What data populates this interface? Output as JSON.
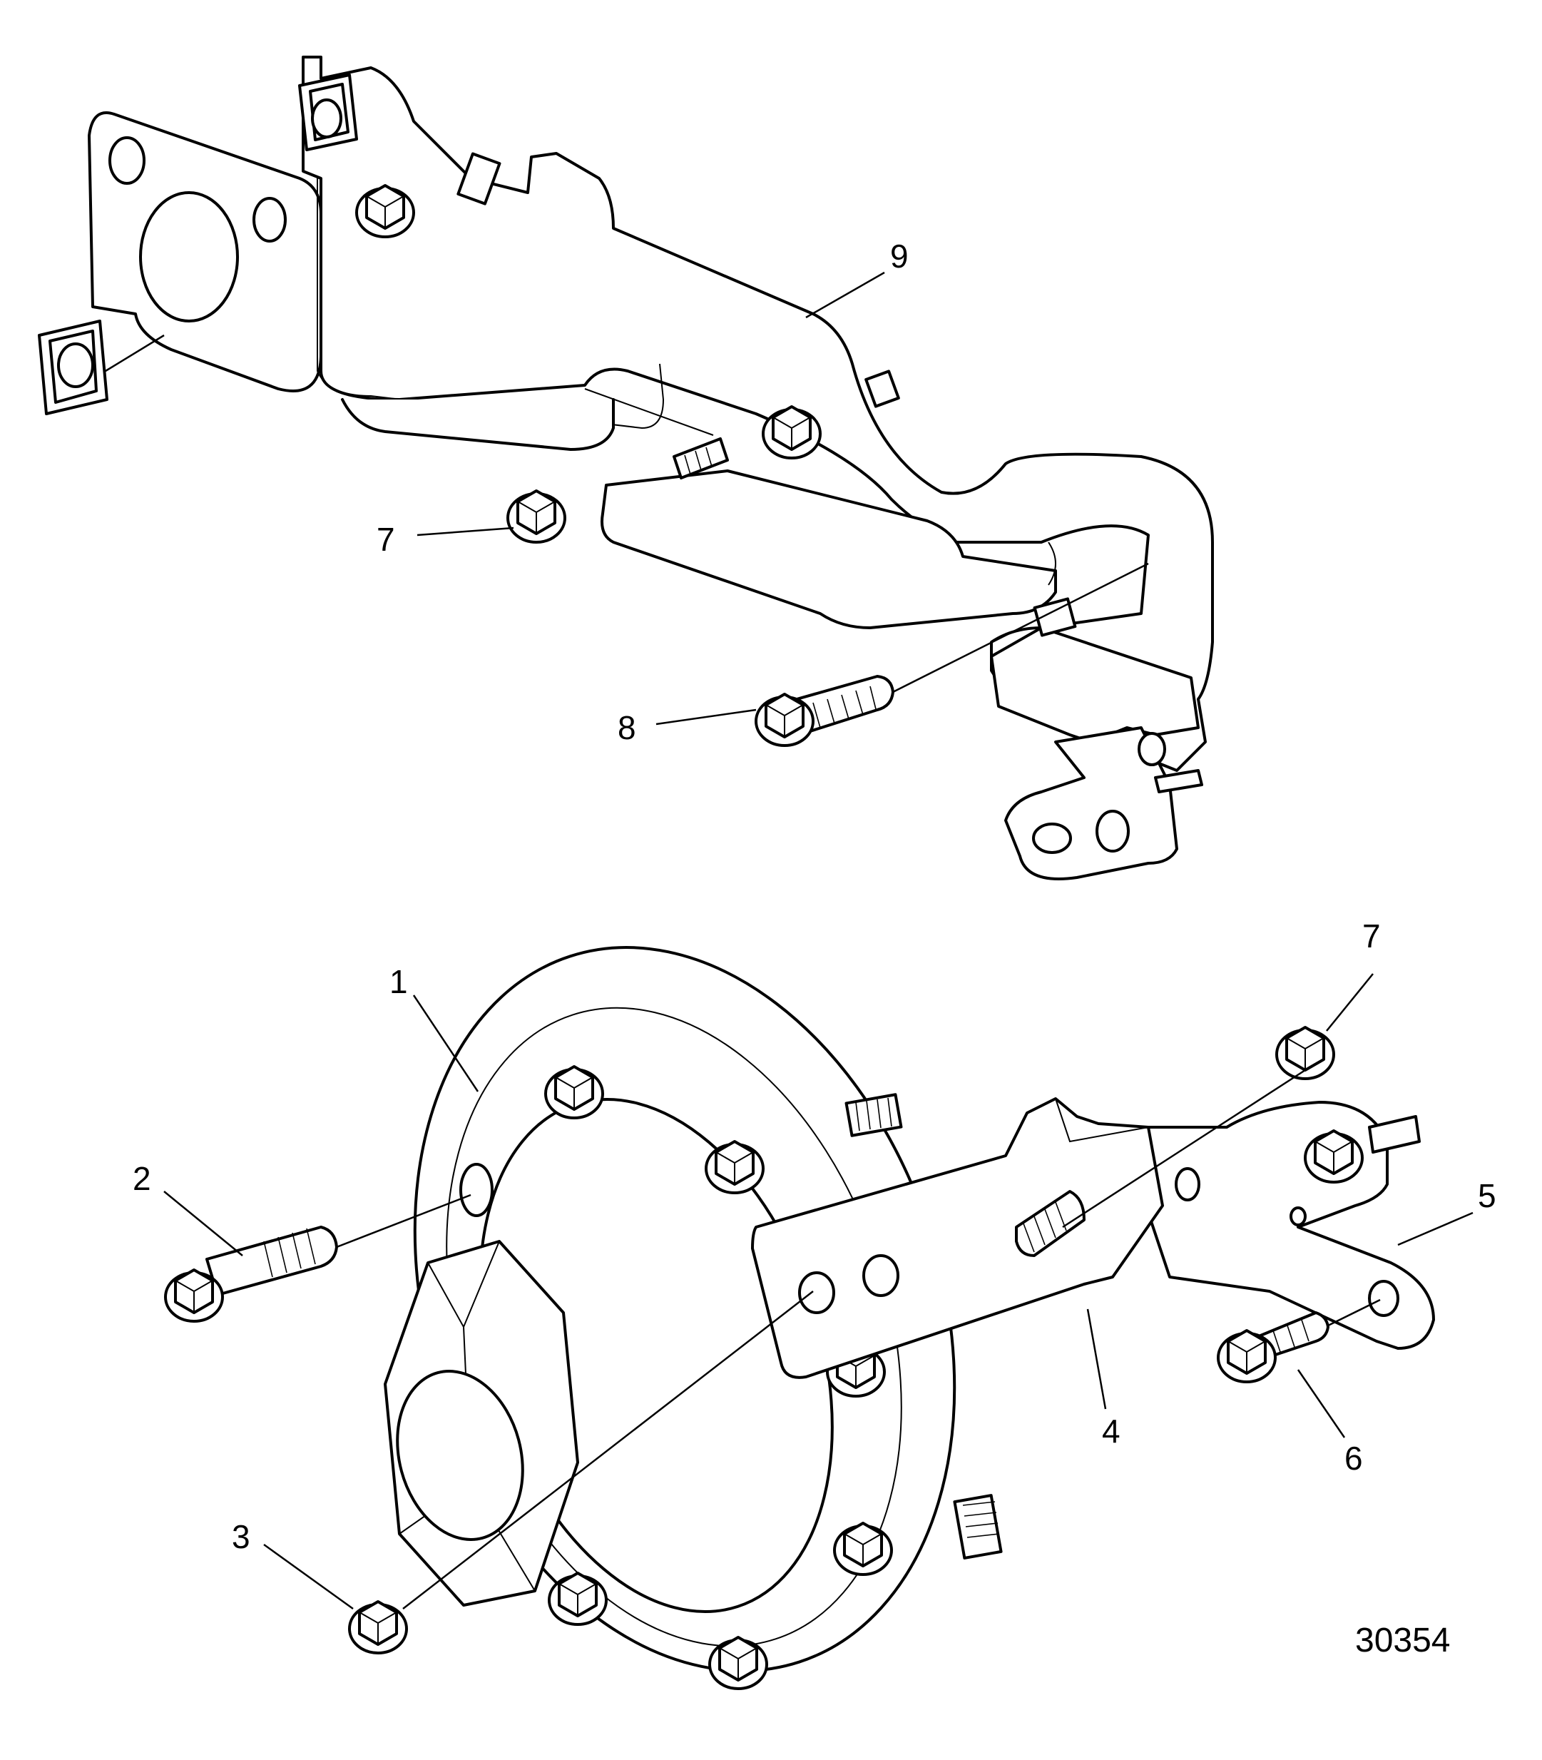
{
  "figure": {
    "number": "30354"
  },
  "callouts": [
    {
      "id": "c9",
      "text": "9"
    },
    {
      "id": "c7a",
      "text": "7"
    },
    {
      "id": "c8",
      "text": "8"
    },
    {
      "id": "c1",
      "text": "1"
    },
    {
      "id": "c7b",
      "text": "7"
    },
    {
      "id": "c2",
      "text": "2"
    },
    {
      "id": "c5",
      "text": "5"
    },
    {
      "id": "c4",
      "text": "4"
    },
    {
      "id": "c6",
      "text": "6"
    },
    {
      "id": "c3",
      "text": "3"
    }
  ]
}
